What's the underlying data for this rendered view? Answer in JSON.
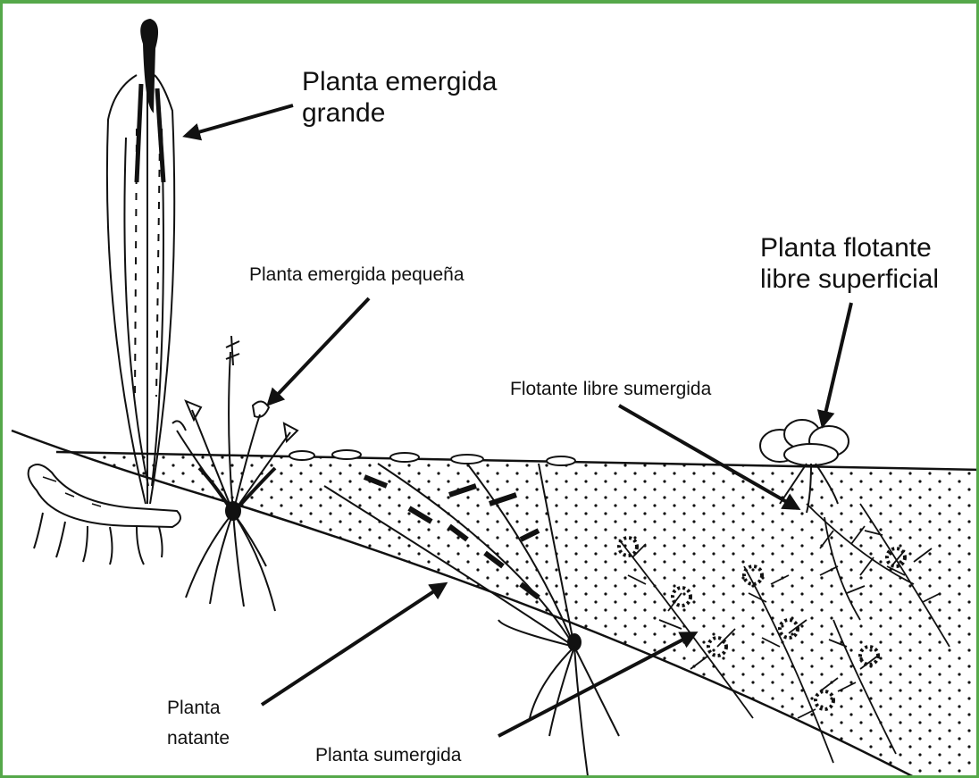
{
  "colors": {
    "frame": "#55a84a",
    "ink": "#111111",
    "paper": "#ffffff"
  },
  "labels": {
    "emergent_large": [
      "Planta emergida",
      "grande"
    ],
    "emergent_small": "Planta emergida pequeña",
    "floating_surface": [
      "Planta flotante",
      "libre superficial"
    ],
    "floating_submerged": "Flotante libre sumergida",
    "rooted_floating": [
      "Planta",
      "natante"
    ],
    "submerged": "Planta sumergida"
  }
}
